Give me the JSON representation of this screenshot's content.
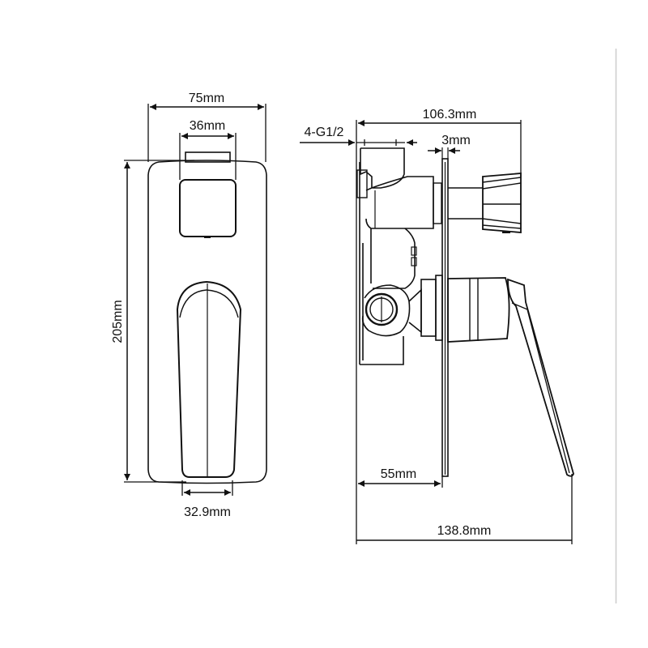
{
  "drawing": {
    "title": "Shower mixer diverter dimension drawing",
    "colors": {
      "line": "#111111",
      "background": "#ffffff",
      "separator": "#cccccc"
    },
    "front_view": {
      "dimensions": {
        "plate_width": "75mm",
        "button_width": "36mm",
        "plate_height": "205mm",
        "lever_width": "32.9mm"
      }
    },
    "side_view": {
      "dimensions": {
        "thread": "4-G1/2",
        "depth_to_diverter": "106.3mm",
        "plate_thickness": "3mm",
        "body_depth": "55mm",
        "total_depth": "138.8mm"
      }
    }
  }
}
